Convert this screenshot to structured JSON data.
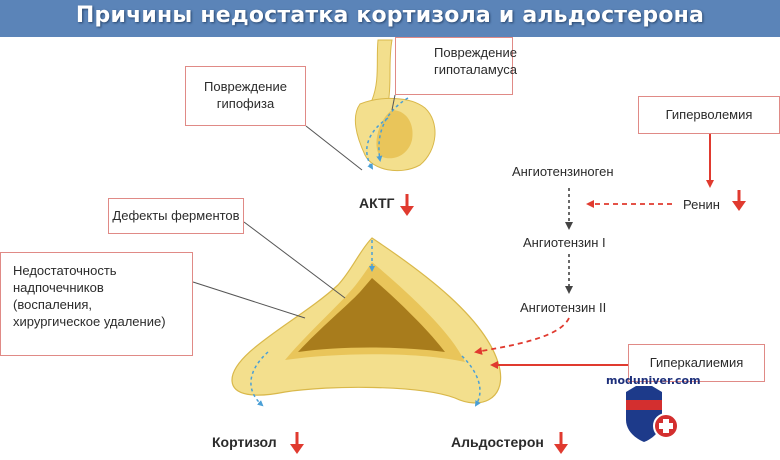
{
  "title": "Причины недостатка кортизола и альдостерона",
  "boxes": {
    "pituitary": [
      "Повреждение",
      "гипофиза"
    ],
    "hypothalamus": [
      "Повреждение",
      "гипоталамуса"
    ],
    "hypervolemia": "Гиперволемия",
    "enzymes": "Дефекты ферментов",
    "adrenal": [
      "Недостаточность",
      "надпочечников",
      "(воспаления,",
      "хирургическое удаление)"
    ],
    "hyperkalemia": "Гиперкалиемия"
  },
  "labels": {
    "acth": "АКТГ",
    "angiotensinogen": "Ангиотензиноген",
    "renin": "Ренин",
    "angiotensin1": "Ангиотензин I",
    "angiotensin2": "Ангиотензин II",
    "cortisol": "Кортизол",
    "aldosterone": "Альдостерон"
  },
  "watermark": "moduniver.com",
  "colors": {
    "banner": "#5b84b8",
    "arrow": "#e03a2f",
    "box_border": "#e08a86",
    "gland": "#f3df8d",
    "gland_inner": "#a87c1c"
  }
}
